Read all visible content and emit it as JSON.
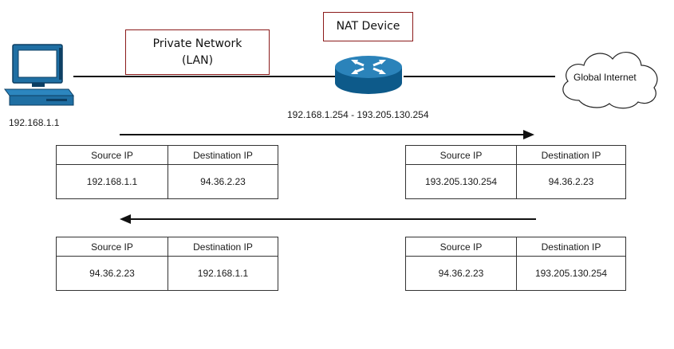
{
  "title_boxes": {
    "private_network_line1": "Private Network",
    "private_network_line2": "(LAN)",
    "nat_device": "NAT Device"
  },
  "labels": {
    "pc_ip": "192.168.1.1",
    "router_ips": "192.168.1.254 - 193.205.130.254",
    "cloud": "Global Internet"
  },
  "arrows": {
    "top": "right",
    "bottom": "left"
  },
  "tables": {
    "outbound_lan": {
      "h1": "Source IP",
      "h2": "Destination IP",
      "v1": "192.168.1.1",
      "v2": "94.36.2.23"
    },
    "outbound_wan": {
      "h1": "Source IP",
      "h2": "Destination IP",
      "v1": "193.205.130.254",
      "v2": "94.36.2.23"
    },
    "inbound_lan": {
      "h1": "Source IP",
      "h2": "Destination IP",
      "v1": "94.36.2.23",
      "v2": "192.168.1.1"
    },
    "inbound_wan": {
      "h1": "Source IP",
      "h2": "Destination IP",
      "v1": "94.36.2.23",
      "v2": "193.205.130.254"
    }
  },
  "colors": {
    "device_blue": "#1f6fa3",
    "device_dark": "#0d3f63",
    "box_border": "#8b1a1a"
  },
  "icons": [
    "computer-icon",
    "router-icon",
    "cloud-icon"
  ]
}
